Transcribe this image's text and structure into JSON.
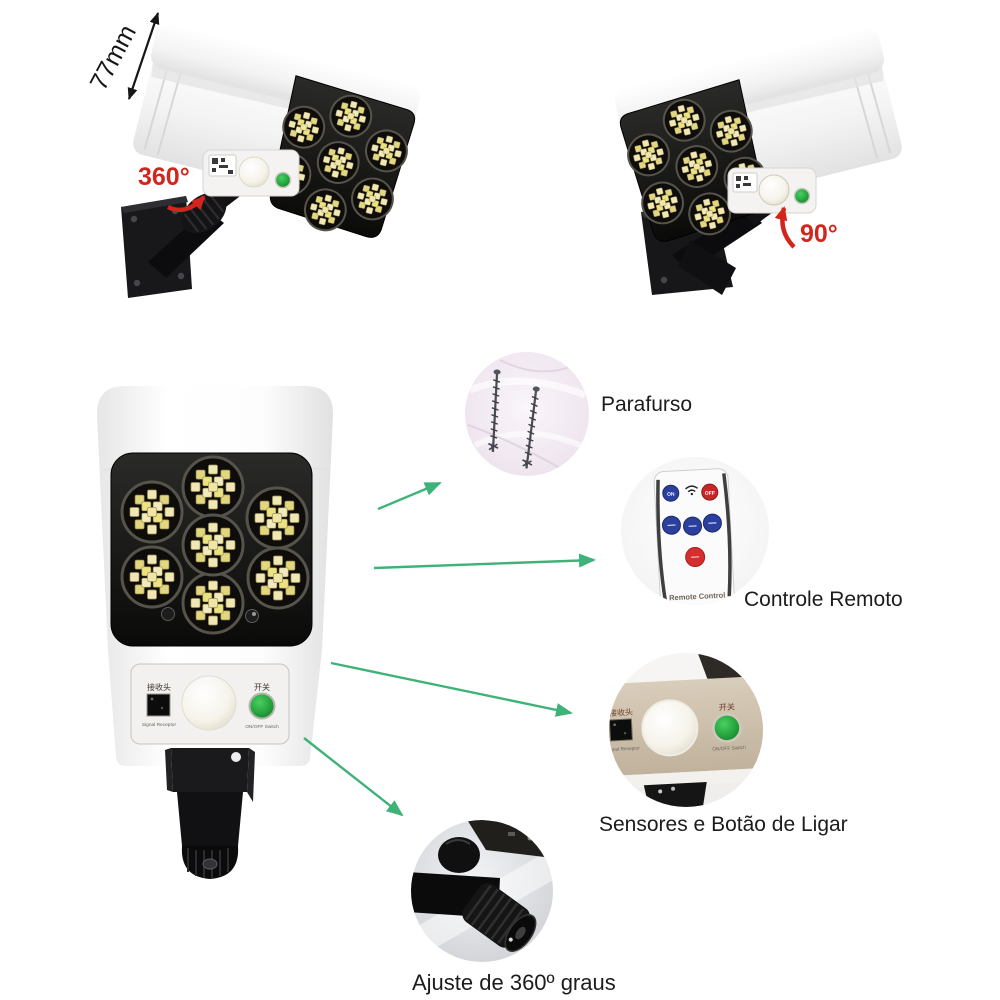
{
  "image": {
    "type": "product-photo-collage",
    "subject": "solar dummy security camera motion sensor light",
    "background": "#ffffff"
  },
  "annotations": {
    "dimension": "77mm",
    "rotate_left": "360°",
    "rotate_right": "90°"
  },
  "callouts": [
    {
      "label": "Parafurso"
    },
    {
      "label": "Controle Remoto"
    },
    {
      "label": "Sensores e Botão de Ligar"
    },
    {
      "label": "Ajuste de 360º graus"
    }
  ],
  "sensor_panel": {
    "receiver_cn": "接收头",
    "receiver_caption": "Signal Receptor",
    "switch_cn": "开关",
    "switch_caption": "ON/OFF Switch"
  },
  "remote": {
    "title": "Remote Control",
    "on_label": "ON",
    "off_label": "OFF"
  },
  "colors": {
    "arrow_green": "#3fb377",
    "annotation_red": "#d2251b",
    "label_text": "#1c1c1c",
    "green_button": "#18a23a",
    "camera_body": "#f6f6f6",
    "camera_face": "#111111"
  }
}
